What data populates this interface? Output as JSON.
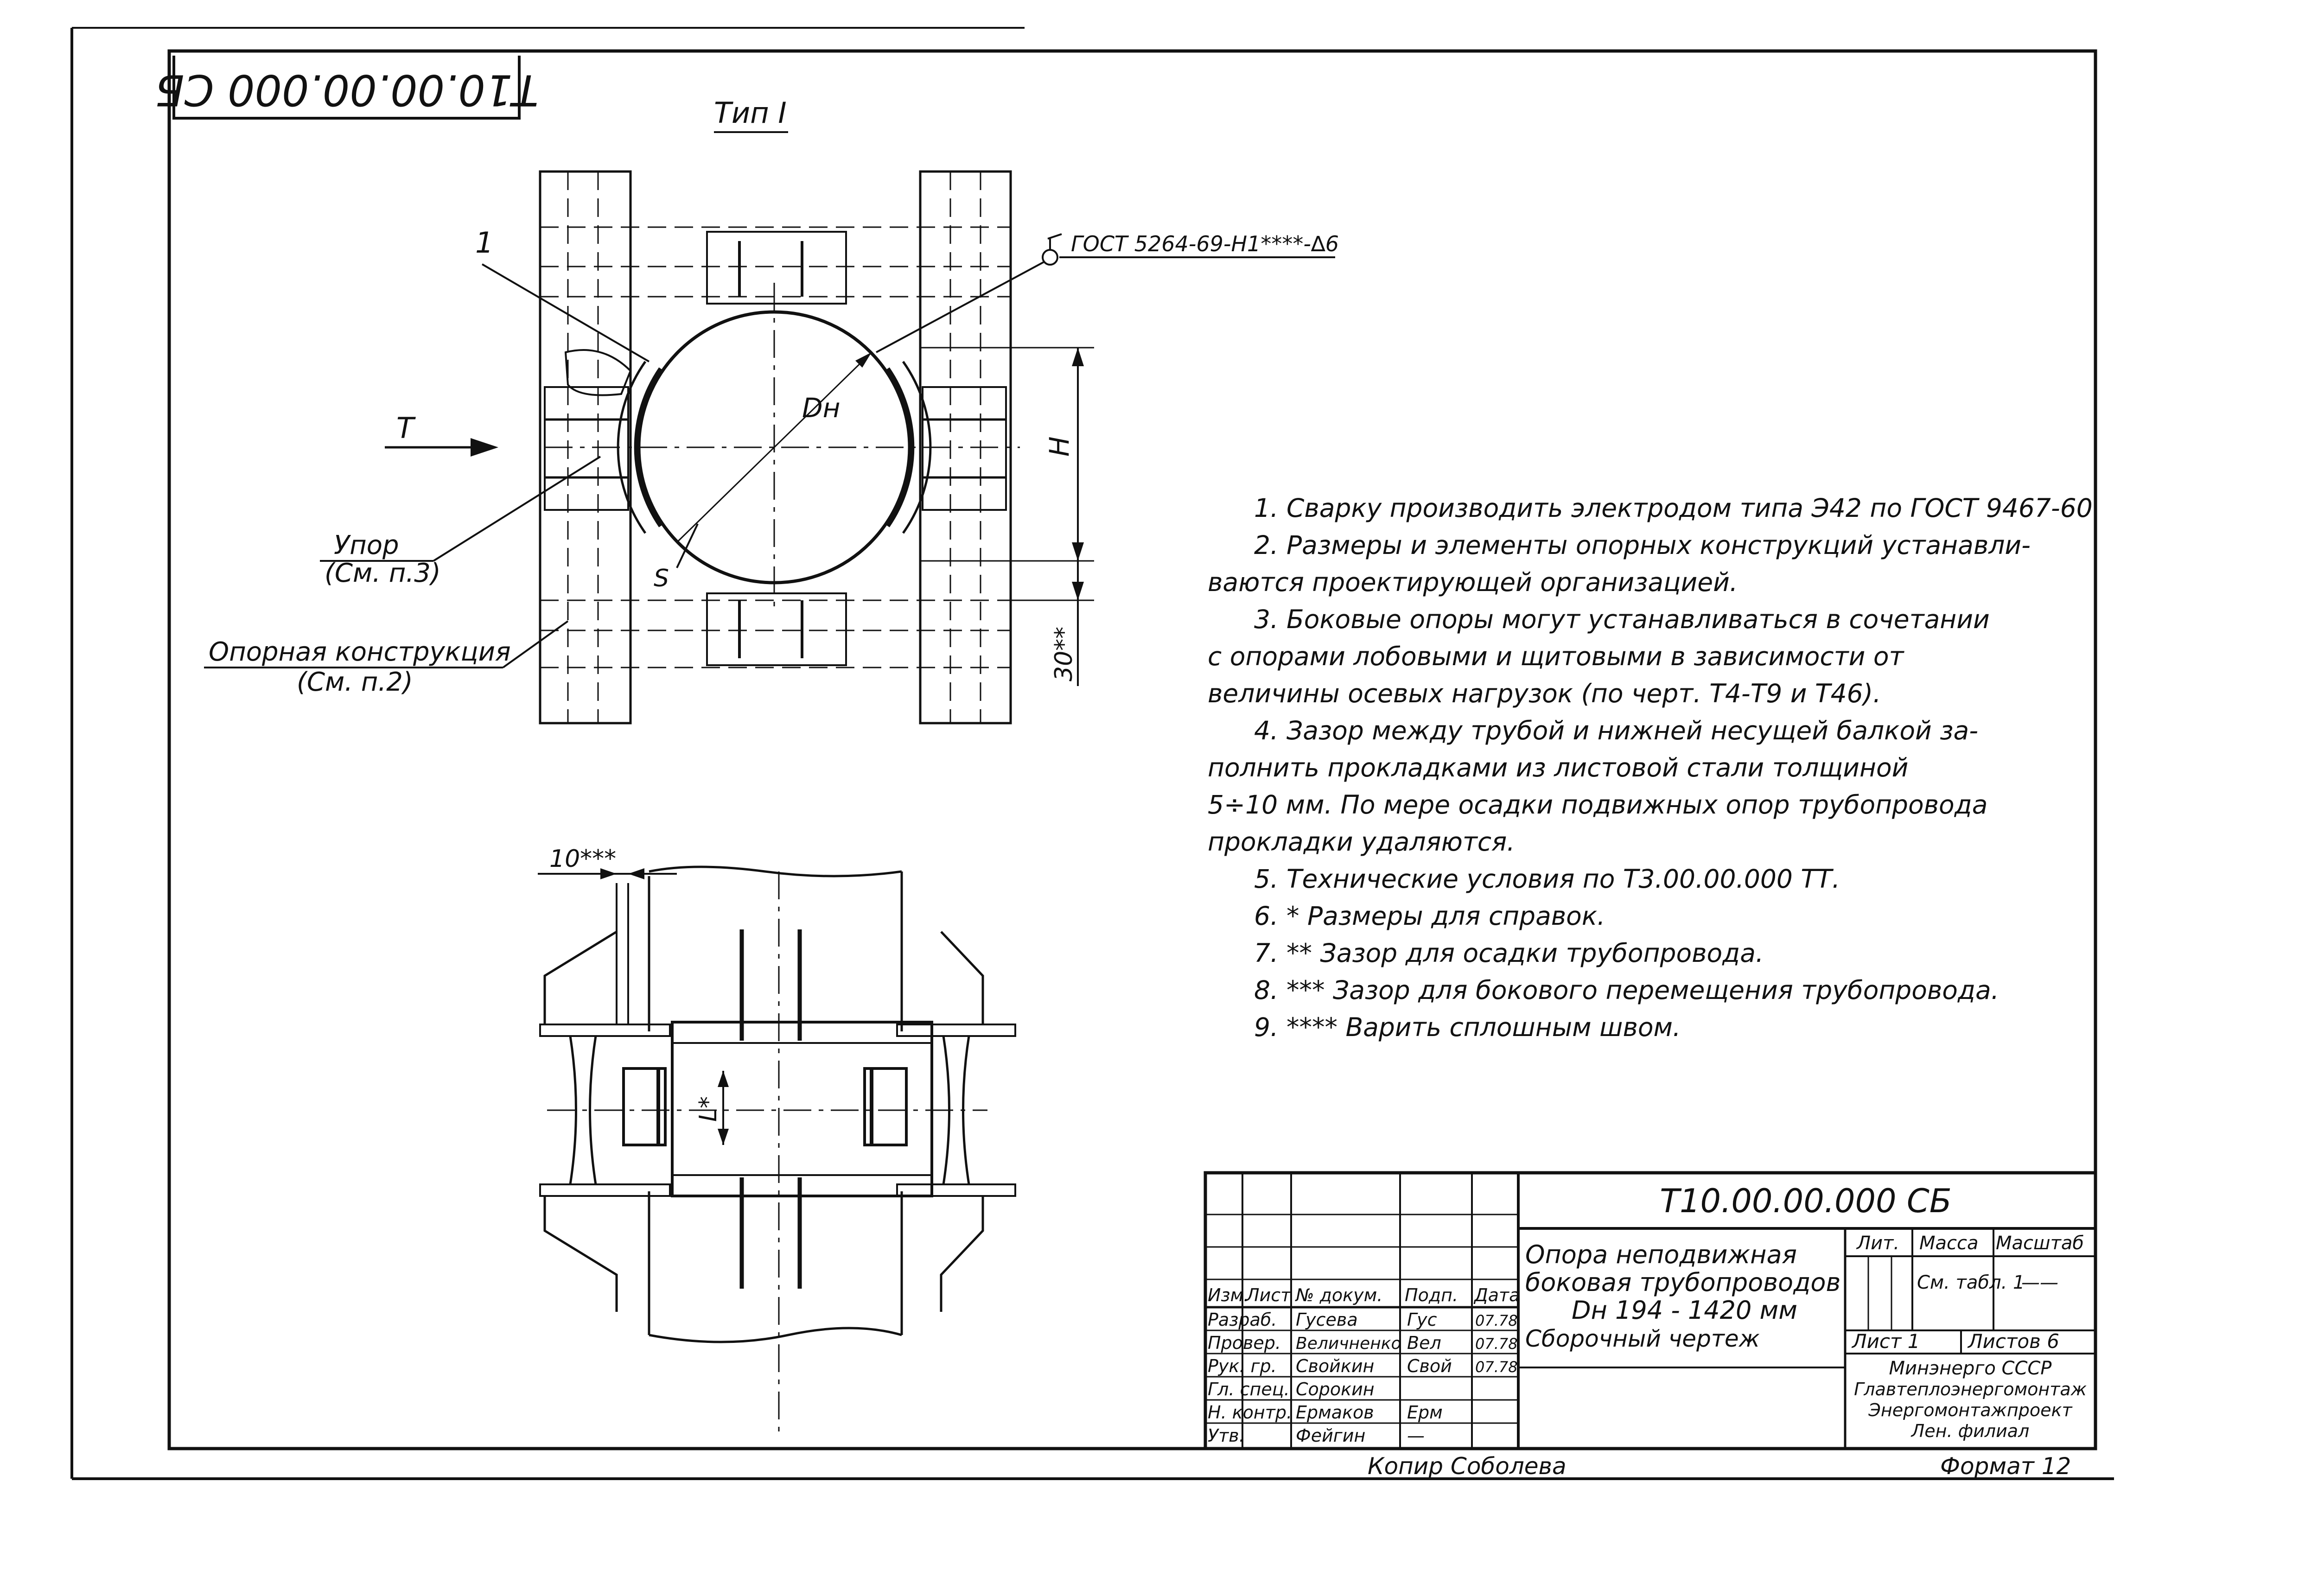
{
  "stamp_code": "Т10.00.00.000 СБ",
  "view_label": "Тип I",
  "labels": {
    "part1": "1",
    "weld": "ГОСТ 5264-69-Н1****-∆6",
    "diameter": "Dн",
    "height": "H",
    "thickness": "S",
    "force": "T",
    "stop_1": "Упор",
    "stop_2": "(См. п.3)",
    "support_1": "Опорная конструкция",
    "support_2": "(См. п.2)",
    "gap_30": "30**",
    "gap_10": "10***",
    "dim_l": "L*"
  },
  "notes": [
    "1. Сварку производить электродом типа Э42 по ГОСТ 9467-60",
    "2. Размеры и элементы опорных конструкций устанавли-",
    "ваются проектирующей организацией.",
    "3. Боковые опоры могут устанавливаться в сочетании",
    "с опорами лобовыми и щитовыми в зависимости от",
    "величины осевых нагрузок (по черт. Т4-Т9 и Т46).",
    "4. Зазор между трубой и нижней несущей балкой за-",
    "полнить прокладками из листовой стали толщиной",
    "5÷10 мм. По мере осадки подвижных опор трубопровода",
    "прокладки удаляются.",
    "5. Технические условия по Т3.00.00.000 ТТ.",
    "6. * Размеры для справок.",
    "7. ** Зазор для осадки трубопровода.",
    "8. *** Зазор для бокового перемещения трубопровода.",
    "9. **** Варить сплошным швом."
  ],
  "title_block": {
    "code": "Т10.00.00.000 СБ",
    "title_lines": [
      "Опора неподвижная",
      "боковая трубопроводов",
      "Dн 194 - 1420 мм",
      "Сборочный чертеж"
    ],
    "col_headers": [
      "Изм.",
      "Лист",
      "№ докум.",
      "Подп.",
      "Дата"
    ],
    "signatures": [
      {
        "role": "Разраб.",
        "name": "Гусева",
        "sign": "Гус",
        "date": "07.78"
      },
      {
        "role": "Провер.",
        "name": "Величненко",
        "sign": "Вел",
        "date": "07.78"
      },
      {
        "role": "Рук. гр.",
        "name": "Свойкин",
        "sign": "Свой",
        "date": "07.78"
      },
      {
        "role": "Гл. спец.",
        "name": "Сорокин",
        "sign": "",
        "date": ""
      },
      {
        "role": "Н. контр.",
        "name": "Ермаков",
        "sign": "Ерм",
        "date": ""
      },
      {
        "role": "Утв.",
        "name": "Фейгин",
        "sign": "—",
        "date": ""
      }
    ],
    "lit_header": "Лит.",
    "mass_header": "Масса",
    "scale_header": "Масштаб",
    "mass_value": "См. табл. 1",
    "scale_value": "——",
    "sheet": "Лист 1",
    "sheets": "Листов 6",
    "org_lines": [
      "Минэнерго СССР",
      "Главтеплоэнергомонтаж",
      "Энергомонтажпроект",
      "Лен. филиал"
    ]
  },
  "copy_label": "Копир Соболева",
  "format_label": "Формат 12"
}
